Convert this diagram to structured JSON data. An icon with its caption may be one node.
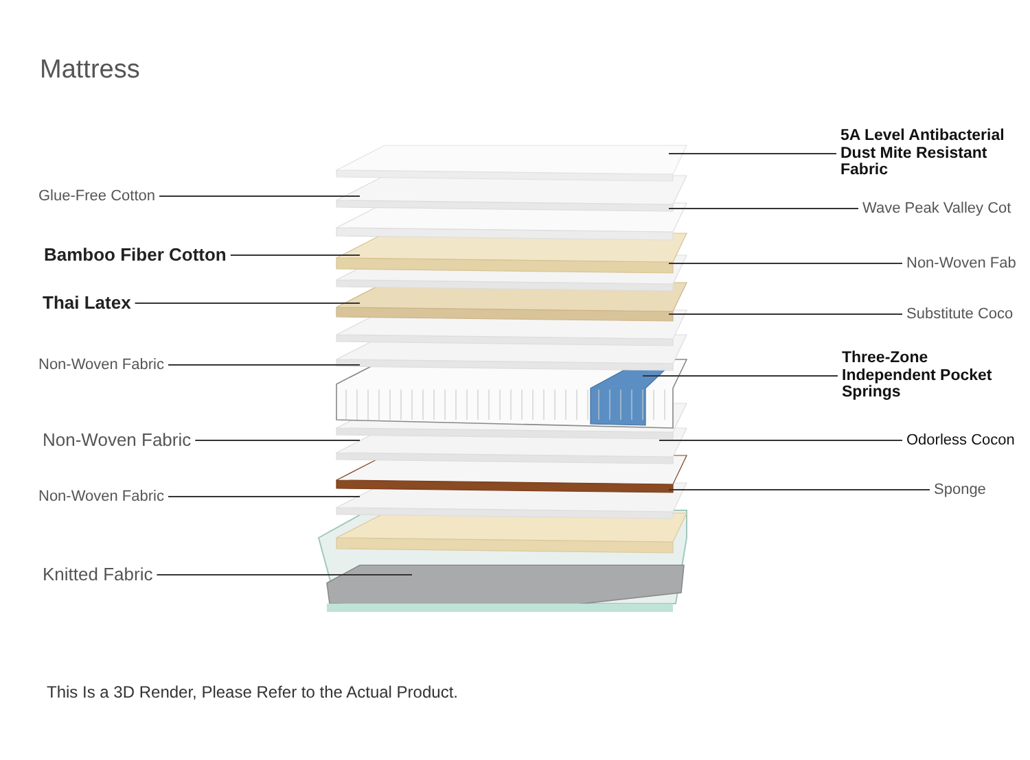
{
  "diagram": {
    "title": "Mattress",
    "caption": "This Is a 3D Render, Please Refer to the Actual Product.",
    "nodes": [
      {
        "text": [
          "5A Level Antibacterial Dust Mite Resistant Fabric"
        ]
      },
      {
        "text": [
          "Glue-Free Cotton"
        ]
      },
      {
        "text": [
          "Wave Peak Valley Cot"
        ]
      },
      {
        "text": [
          "Bamboo Fiber Cotton"
        ]
      },
      {
        "text": [
          "Non-Woven Fab"
        ]
      },
      {
        "text": [
          "Thai Latex"
        ]
      },
      {
        "text": [
          "Substitute Coco"
        ]
      },
      {
        "text": [
          "Non-Woven Fabric"
        ]
      },
      {
        "text": [
          "Three-Zone Independent Pocket Springs"
        ]
      },
      {
        "text": [
          "Non-Woven Fabric"
        ]
      },
      {
        "text": [
          "Odorless Cocon"
        ]
      },
      {
        "text": [
          "Sponge"
        ]
      },
      {
        "text": [
          "Non-Woven Fabric"
        ]
      },
      {
        "text": [
          "Knitted Fabric"
        ]
      }
    ],
    "edges": [
      {
        "from": 0,
        "to": null,
        "arrow": "none"
      },
      {
        "from": 1,
        "to": null,
        "arrow": "none"
      },
      {
        "from": 2,
        "to": null,
        "arrow": "none"
      },
      {
        "from": 3,
        "to": null,
        "arrow": "none"
      },
      {
        "from": 4,
        "to": null,
        "arrow": "none"
      },
      {
        "from": 5,
        "to": null,
        "arrow": "none"
      },
      {
        "from": 6,
        "to": null,
        "arrow": "none"
      },
      {
        "from": 7,
        "to": null,
        "arrow": "none"
      },
      {
        "from": 8,
        "to": null,
        "arrow": "none"
      },
      {
        "from": 9,
        "to": null,
        "arrow": "none"
      },
      {
        "from": 10,
        "to": null,
        "arrow": "none"
      },
      {
        "from": 11,
        "to": null,
        "arrow": "none"
      },
      {
        "from": 12,
        "to": null,
        "arrow": "none"
      },
      {
        "from": 13,
        "to": null,
        "arrow": "none"
      }
    ]
  }
}
